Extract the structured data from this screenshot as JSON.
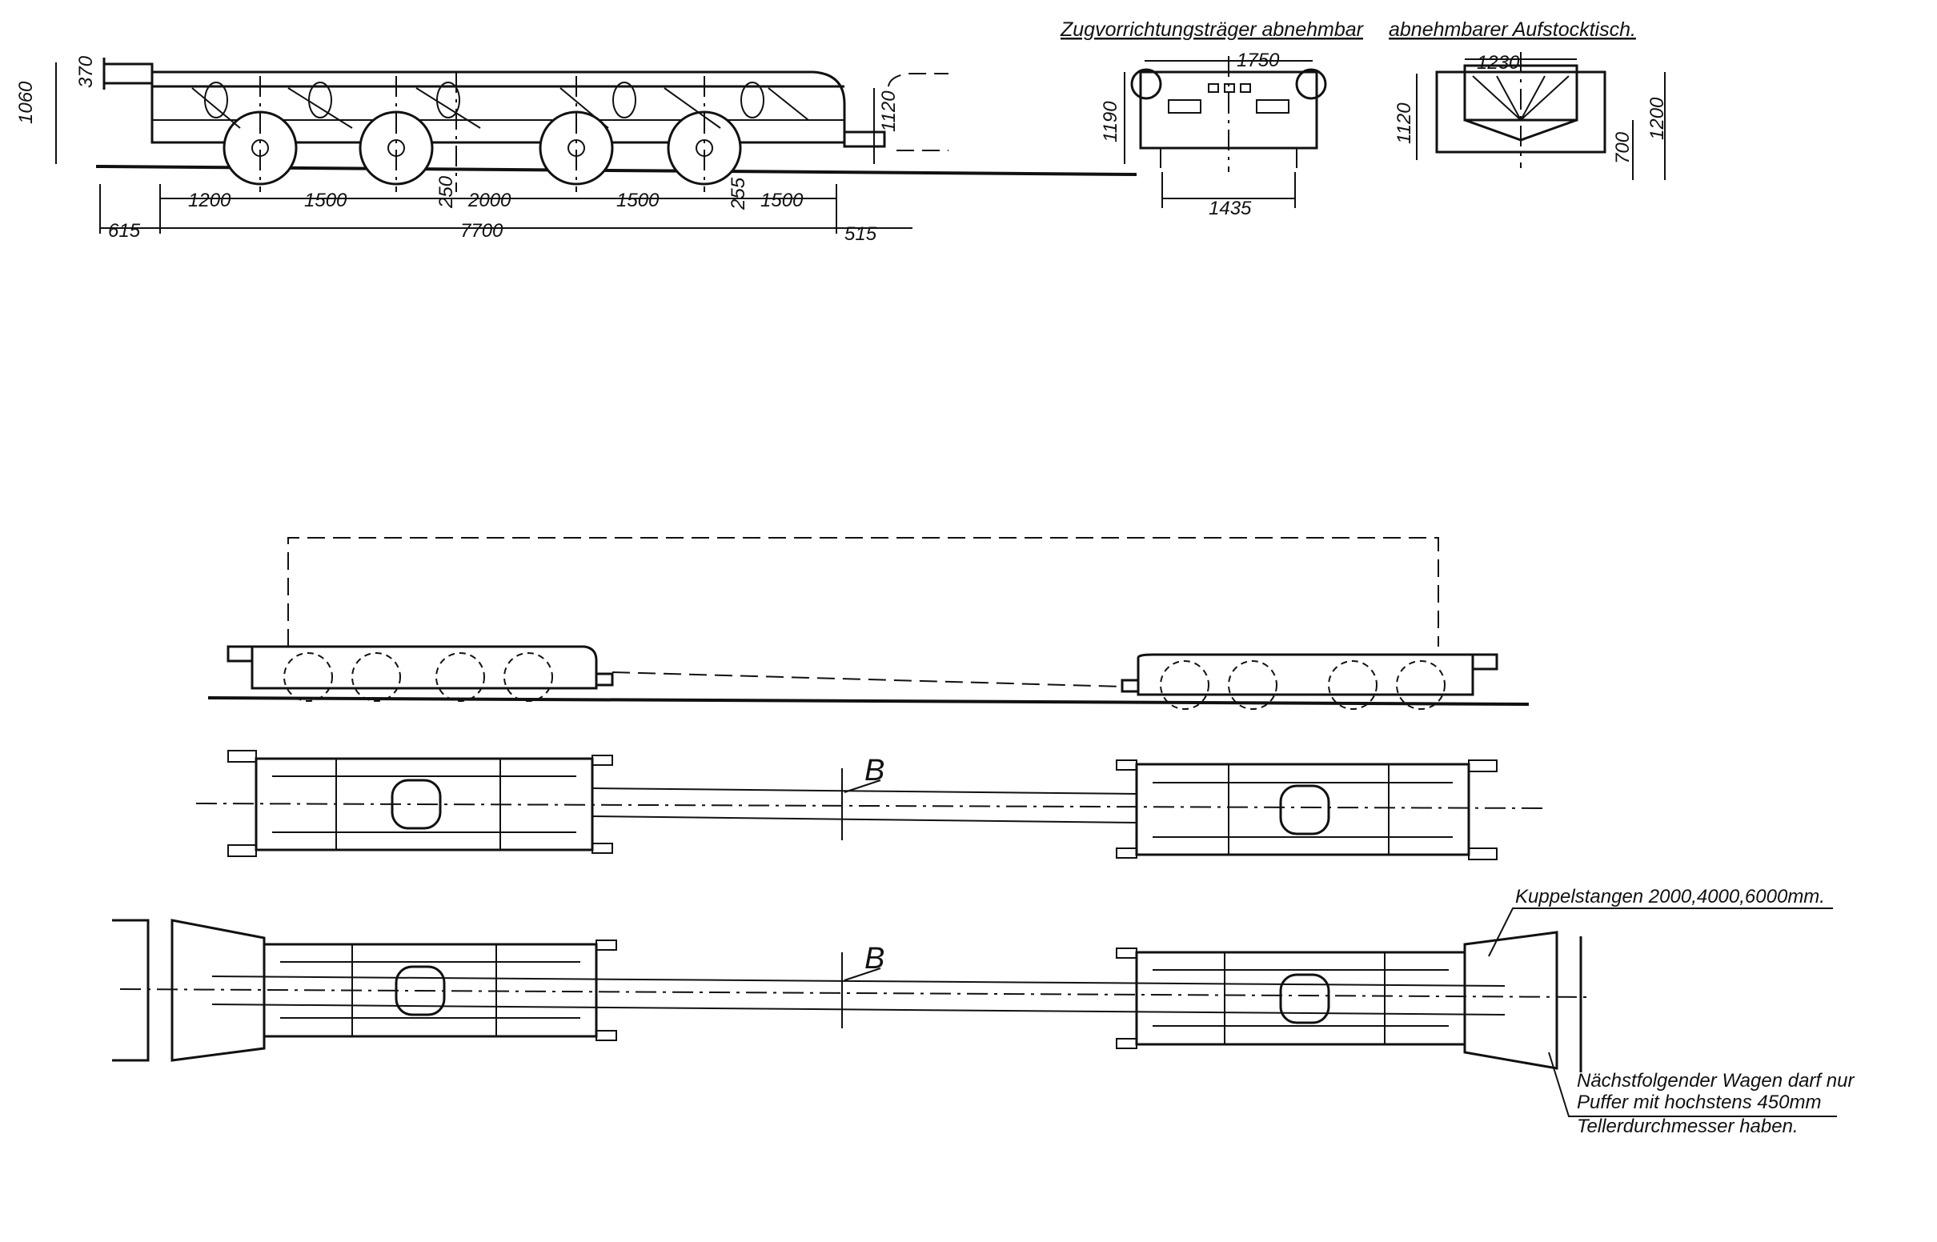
{
  "labels": {
    "title_coupler": "Zugvorrichtungsträger abnehmbar",
    "title_table": "abnehmbarer Aufstocktisch.",
    "coupling_rods": "Kuppelstangen 2000,4000,6000mm.",
    "note_line1": "Nächstfolgender Wagen darf nur",
    "note_line2": "Puffer mit hochstens 450mm",
    "note_line3": "Tellerdurchmesser haben.",
    "section_b_1": "B",
    "section_b_2": "B"
  },
  "dims": {
    "side_height_total": "1060",
    "side_height_top": "370",
    "side_height_right": "1120",
    "wheelbase_1": "1200",
    "wheelbase_2": "1500",
    "offset_1": "250",
    "wheelbase_3": "2000",
    "wheelbase_4": "1500",
    "offset_2": "255",
    "wheelbase_5": "1500",
    "overhang_left": "615",
    "length_total": "7700",
    "overhang_right": "515",
    "coupler_width": "1750",
    "coupler_height": "1190",
    "track_gauge": "1435",
    "table_width": "1230",
    "table_height_left": "1120",
    "table_height_right": "1200",
    "table_height_lower": "700"
  }
}
